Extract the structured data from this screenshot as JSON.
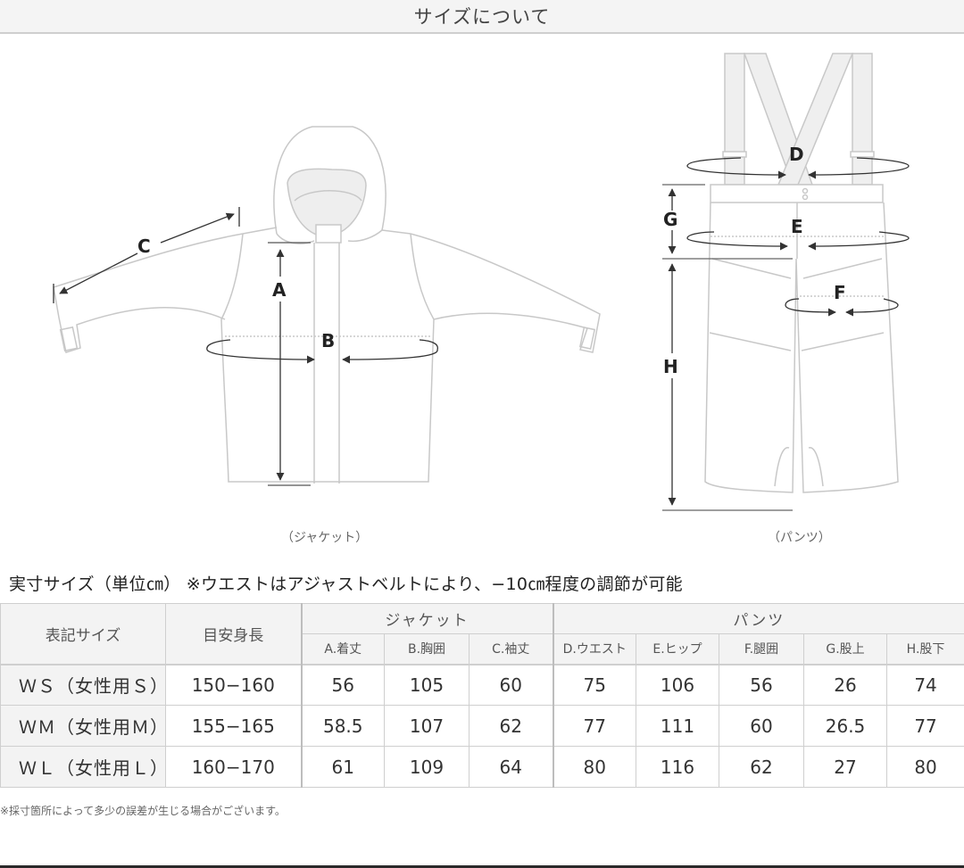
{
  "header": {
    "title": "サイズについて"
  },
  "illustrations": {
    "jacket": {
      "caption": "（ジャケット）",
      "labels": {
        "A": "A",
        "B": "B",
        "C": "C"
      }
    },
    "pants": {
      "caption": "（パンツ）",
      "labels": {
        "D": "D",
        "E": "E",
        "F": "F",
        "G": "G",
        "H": "H"
      }
    }
  },
  "table": {
    "note": "実寸サイズ（単位㎝）  ※ウエストはアジャストベルトにより、−10㎝程度の調節が可能",
    "headers": {
      "size_label": "表記サイズ",
      "height": "目安身長",
      "jacket_group": "ジャケット",
      "pants_group": "パンツ",
      "columns": [
        "A.着丈",
        "B.胸囲",
        "C.袖丈",
        "D.ウエスト",
        "E.ヒップ",
        "F.腿囲",
        "G.股上",
        "H.股下"
      ]
    },
    "rows": [
      {
        "size": "ＷＳ（女性用Ｓ）",
        "height": "150−160",
        "values": [
          "56",
          "105",
          "60",
          "75",
          "106",
          "56",
          "26",
          "74"
        ]
      },
      {
        "size": "ＷＭ（女性用Ｍ）",
        "height": "155−165",
        "values": [
          "58.5",
          "107",
          "62",
          "77",
          "111",
          "60",
          "26.5",
          "77"
        ]
      },
      {
        "size": "ＷＬ（女性用Ｌ）",
        "height": "160−170",
        "values": [
          "61",
          "109",
          "64",
          "80",
          "116",
          "62",
          "27",
          "80"
        ]
      }
    ]
  },
  "footnote": "※採寸箇所によって多少の誤差が生じる場合がございます。",
  "colors": {
    "header_bg": "#f4f4f4",
    "cell_header_bg": "#f3f3f3",
    "border": "#cfcfcf",
    "line_art": "#c8c8c8",
    "dimension_line": "#333333"
  }
}
